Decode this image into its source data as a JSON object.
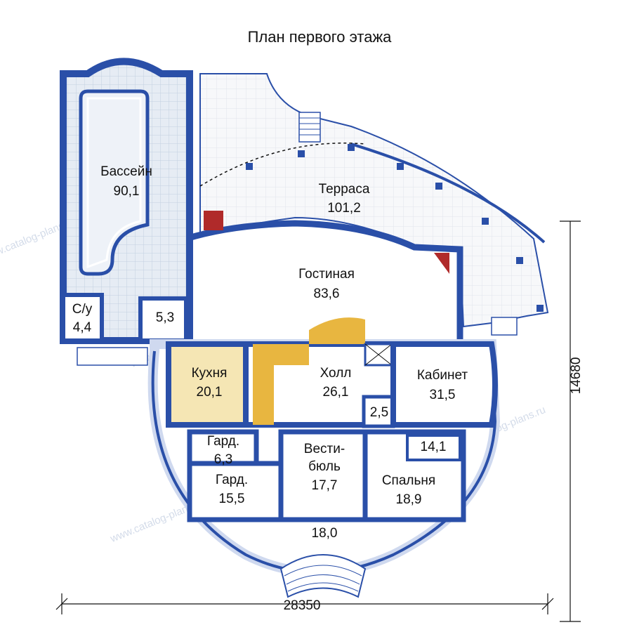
{
  "title": "План первого этажа",
  "colors": {
    "wall": "#2a4fa8",
    "wall_light": "#cfd9ef",
    "pool_tile": "#dfe7f1",
    "kitchen": "#f5e6b4",
    "stairs": "#e8b640",
    "fireplace": "#b02a2a",
    "floor": "#ffffff",
    "dim_line": "#111111"
  },
  "rooms": {
    "pool": {
      "name": "Бассейн",
      "area": "90,1"
    },
    "wc": {
      "name": "С/у",
      "area": "4,4"
    },
    "pool_storage": {
      "area": "5,3"
    },
    "terrace": {
      "name": "Терраса",
      "area": "101,2"
    },
    "living": {
      "name": "Гостиная",
      "area": "83,6"
    },
    "kitchen": {
      "name": "Кухня",
      "area": "20,1"
    },
    "hall": {
      "name": "Холл",
      "area": "26,1"
    },
    "hall_closet": {
      "area": "2,5"
    },
    "study": {
      "name": "Кабинет",
      "area": "31,5"
    },
    "wardrobe_small": {
      "name": "Гард.",
      "area": "6,3"
    },
    "wardrobe_large": {
      "name": "Гард.",
      "area": "15,5"
    },
    "vestibule": {
      "name_line1": "Вести-",
      "name_line2": "бюль",
      "area": "17,7"
    },
    "bedroom": {
      "name": "Спальня",
      "area": "18,9"
    },
    "bedroom_bath": {
      "area": "14,1"
    },
    "porch": {
      "area": "18,0"
    }
  },
  "dimensions": {
    "width": "28350",
    "depth": "14680"
  },
  "watermark": "www.catalog-plans.ru"
}
